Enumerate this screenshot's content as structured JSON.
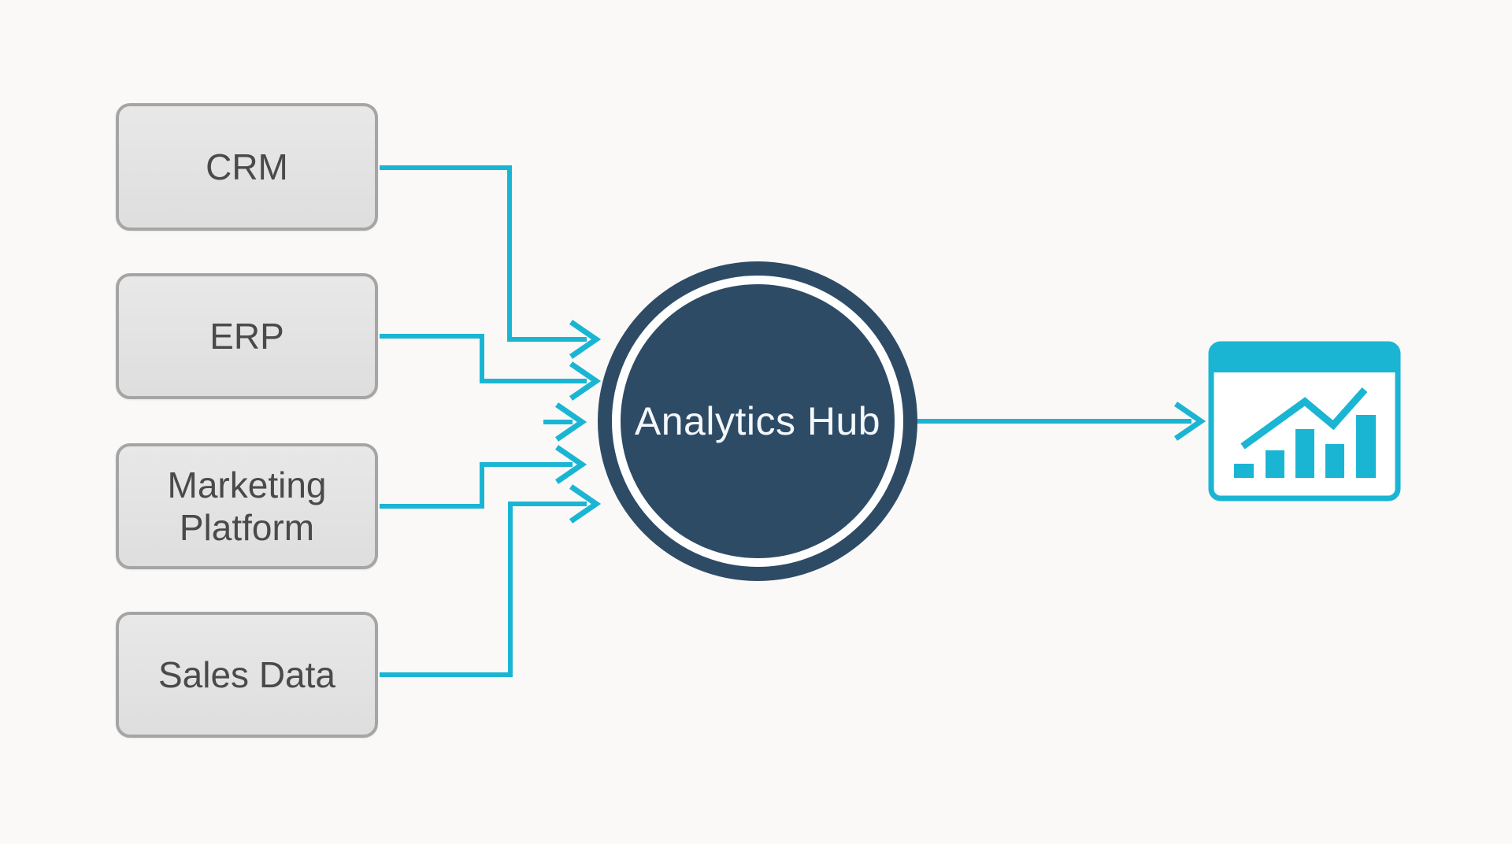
{
  "diagram": {
    "sources": [
      {
        "id": "crm",
        "label": "CRM"
      },
      {
        "id": "erp",
        "label": "ERP"
      },
      {
        "id": "marketing-platform",
        "label": "Marketing Platform"
      },
      {
        "id": "sales-data",
        "label": "Sales Data"
      }
    ],
    "hub": {
      "label": "Analytics Hub"
    },
    "output": {
      "icon": "dashboard-chart-icon"
    }
  },
  "colors": {
    "accent": "#1bb5d4",
    "hub-fill": "#2e4b66",
    "hub-ring": "#ffffff",
    "box-fill": "#e4e4e4",
    "box-border": "#a5a5a5",
    "box-text": "#4a4a4a",
    "hub-text": "#f4f8fb",
    "canvas-bg": "#faf9f7"
  }
}
